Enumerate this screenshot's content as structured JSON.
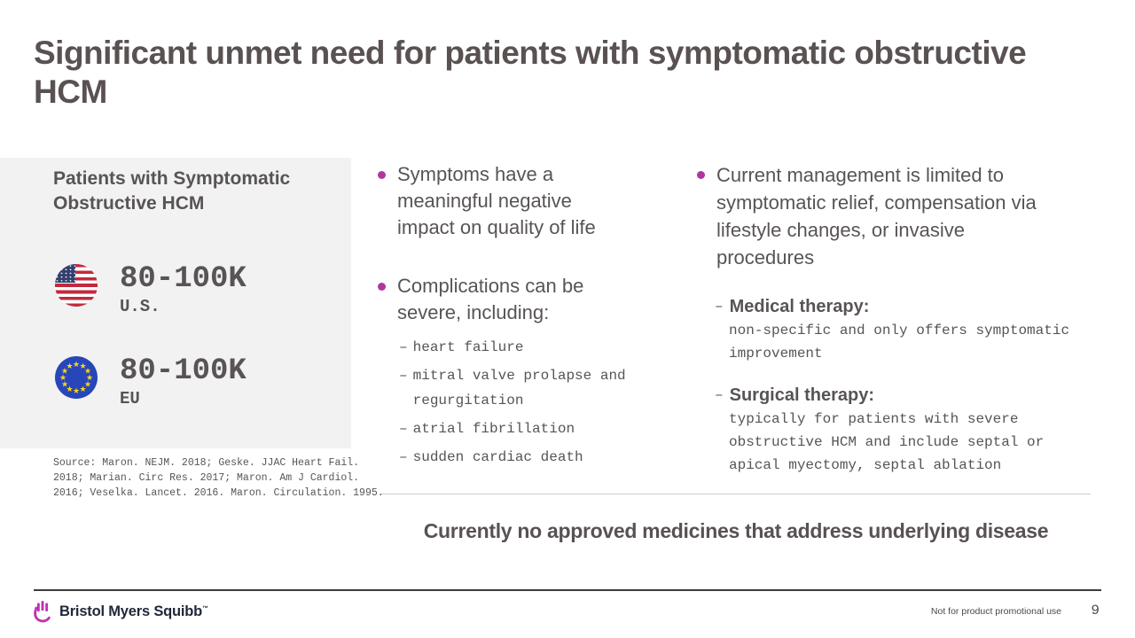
{
  "colors": {
    "accent_magenta": "#ad389f",
    "brand_magenta": "#c032b4",
    "text_gray": "#595454",
    "panel_background": "#f2f2f2",
    "eu_flag_blue": "#2746b9",
    "us_flag_red": "#c02a3c"
  },
  "title": "Significant unmet need for patients with symptomatic obstructive HCM",
  "stats_panel": {
    "heading": "Patients with Symptomatic Obstructive HCM",
    "stats": [
      {
        "icon": "us-flag-icon",
        "value": "80-100K",
        "region": "U.S."
      },
      {
        "icon": "eu-flag-icon",
        "value": "80-100K",
        "region": "EU"
      }
    ],
    "source_lines": [
      "Source: Maron. NEJM. 2018; Geske. JJAC Heart Fail.",
      "2018; Marian. Circ Res. 2017; Maron. Am J Cardiol.",
      "2016; Veselka. Lancet. 2016. Maron. Circulation. 1995."
    ]
  },
  "middle_column": {
    "bullet_1": "Symptoms have a meaningful negative impact on quality of life",
    "bullet_2": "Complications can be severe, including:",
    "dash": "–",
    "complications": [
      "heart failure",
      "mitral valve prolapse and regurgitation",
      "atrial fibrillation",
      "sudden cardiac death"
    ]
  },
  "right_column": {
    "bullet": "Current management is limited to symptomatic relief, compensation via lifestyle changes, or invasive procedures",
    "therapies": [
      {
        "label": "Medical therapy:",
        "description": "non-specific and only offers symptomatic improvement"
      },
      {
        "label": "Surgical therapy:",
        "description": "typically for patients with severe obstructive HCM and include septal or apical myectomy, septal ablation"
      }
    ]
  },
  "key_message": "Currently no approved medicines that address underlying disease",
  "footer": {
    "brand": "Bristol Myers Squibb",
    "trademark": "™",
    "disclaimer": "Not for product promotional use",
    "page_number": "9",
    "star": "★"
  }
}
